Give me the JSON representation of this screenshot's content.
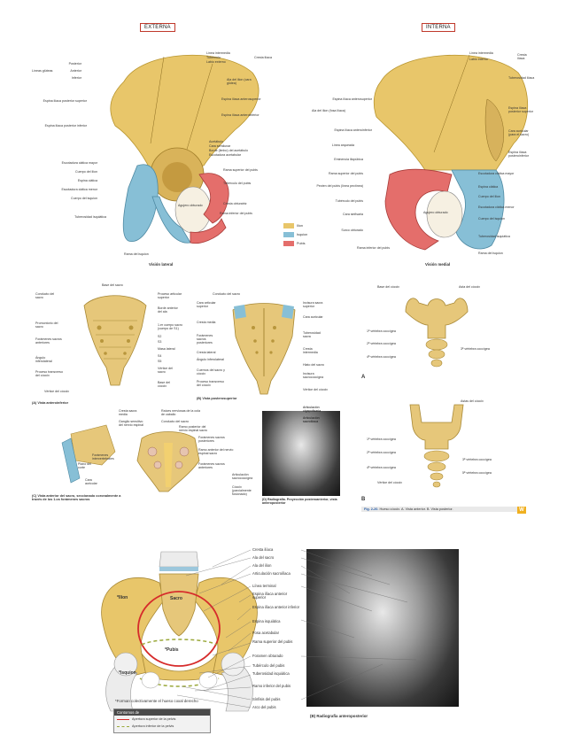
{
  "top": {
    "externa_tag": "EXTERNA",
    "interna_tag": "INTERNA",
    "caption_lateral": "Visión lateral",
    "caption_medial": "Visión medial",
    "legend": {
      "ilion": "Ilion",
      "isquion": "Isquion",
      "pubis": "Pubis",
      "colors": {
        "ilion": "#e8c66a",
        "isquion": "#87bfd6",
        "pubis": "#e46e6b"
      }
    },
    "left_labels_ext": [
      "Posterior",
      "Anterior",
      "Inferior",
      "Líneas glúteas",
      "Espina ilíaca posterior superior",
      "Espina ilíaca posterior inferior",
      "Escotadura ciática mayor",
      "Cuerpo del ilion",
      "Espina ciática",
      "Escotadura ciática menor",
      "Cuerpo del isquion",
      "Tuberosidad isquiática"
    ],
    "right_labels_ext": [
      "Línea intermedia",
      "Tubérculo",
      "Labio externo",
      "Cresta ilíaca",
      "Ala del ilion (cara glútea)",
      "Espina ilíaca anterosuperior",
      "Espina ilíaca anteroinferior",
      "Acetábulo",
      "Cara semilunar",
      "Borde (limbo) del acetábulo",
      "Escotadura acetabular",
      "Rama superior del pubis",
      "Tubérculo del pubis",
      "Cresta obturatriz",
      "Rama inferior del pubis",
      "Agujero obturado",
      "Rama del isquion"
    ],
    "left_labels_int": [
      "Espina ilíaca anterosuperior",
      "Ala del ilion (fosa ilíaca)",
      "Espina ilíaca anteroinferior",
      "Línea arqueada",
      "Eminencia iliopúbica",
      "Rama superior del pubis",
      "Pecten del pubis (línea pectínea)",
      "Tubérculo del pubis",
      "Cara sinfisaria",
      "Surco obturado",
      "Rama inferior del pubis"
    ],
    "right_labels_int": [
      "Línea intermedia",
      "Labio interno",
      "Cresta ilíaca",
      "Tuberosidad ilíaca",
      "Espina ilíaca posterior superior",
      "Cara auricular (para el sacro)",
      "Espina ilíaca posteroinferior",
      "Escotadura ciática mayor",
      "Espina ciática",
      "Cuerpo del ilion",
      "Escotadura ciática menor",
      "Cuerpo del isquion",
      "Tuberosidad isquiática",
      "Rama del isquion",
      "Agujero obturado"
    ]
  },
  "middle": {
    "sacrum_a_labels_left": [
      "Conducto del sacro",
      "Promontorio del sacro",
      "Forámenes sacros anteriores",
      "Ángulo inferolateral",
      "Proceso transverso del cóccix",
      "Vértice del cóccix"
    ],
    "sacrum_a_labels_top": "Base del sacro",
    "sacrum_a_labels_right": [
      "Proceso articular superior",
      "Borde anterior del ala",
      "1.er cuerpo sacro (cuerpo de S1)",
      "S2",
      "S3",
      "Masa lateral",
      "S4",
      "S5",
      "Vértice del sacro",
      "Base del cóccix"
    ],
    "sacrum_a_caption": "(A) Vista anteroinferior",
    "sacrum_b_labels_left": [
      "Conducto del sacro",
      "Cara articular superior",
      "Cresta media",
      "Forámenes sacros posteriores",
      "Cresta lateral",
      "Ángulo inferolateral",
      "Cuernos del sacro y cóccix",
      "Proceso transverso del cóccix"
    ],
    "sacrum_b_labels_right": [
      "Incisura sacra superior",
      "Cara auricular",
      "Tuberosidad sacra",
      "Cresta intermedia",
      "Hiato del sacro",
      "Incisura sacrococcígea",
      "Vértice del cóccix"
    ],
    "sacrum_b_caption": "(B) Vista posterosuperior",
    "sacrum_c_labels": [
      "Cresta sacra media",
      "Ganglio sensitivo del nervio espinal",
      "Raíces nerviosas de la cola de caballo",
      "Conducto del sacro",
      "Ramo posterior del nervio espinal sacro",
      "Forámenes sacros posteriores",
      "Ramo anterior del nervio espinal sacro",
      "Forámenes sacros anteriores",
      "Forámenes intervertebrales",
      "Plano del corte",
      "Cara auricular"
    ],
    "sacrum_c_caption": "(C) Vista anterior del sacro, seccionado coronalmente a través de los 1.os forámenes sacros",
    "xray_labels": [
      "Articulación cigapofisaria",
      "Articulación sacroilíaca",
      "Articulación sacrococcígea",
      "Cóccix (parcialmente fusionado)"
    ],
    "xray_caption": "(D) Radiografía. Proyección posteroanterior, vista anteroposterior",
    "coccyx_labels": {
      "base": "Base del cóccix",
      "asta": "Asta del cóccix",
      "astas": "Astas del cóccix",
      "v1": "1ª vértebra coccígea",
      "v2": "2ª vértebra coccígea",
      "v3": "3ª vértebra coccígea",
      "v4": "4ª vértebra coccígea",
      "v5": "5ª vértebra coccígea",
      "vertice": "Vértice del cóccix",
      "a": "A",
      "b": "B"
    },
    "fig_strip_bold": "Fig. 2-20.",
    "fig_strip_text": "Hueso cóccix. A. Vista anterior. B. Vista posterior."
  },
  "bottom": {
    "labels": [
      "Cresta ilíaca",
      "Ala del sacro",
      "Ala del ilion",
      "Articulación sacroilíaca",
      "Línea terminal",
      "Espina ilíaca anterior superior",
      "Espina ilíaca anterior inferior",
      "Espina isquiática",
      "Fosa acetabular",
      "Rama superior del pubis",
      "Foramen obturado",
      "Tubérculo del pubis",
      "Tuberosidad isquiática",
      "Ramo inferior del pubis",
      "Sínfisis del pubis",
      "Arco del pubis"
    ],
    "bone_tags": {
      "ilion": "*Ilion",
      "sacro": "Sacro",
      "pubis": "*Pubis",
      "isquion": "*Isquion"
    },
    "note": "*Forman colectivamente el hueso coxal derecho",
    "legend_title": "Contornos de",
    "legend_superior": "Apertura superior de la pelvis",
    "legend_inferior": "Apertura inferior de la pelvis",
    "xray_caption": "(B) Radiografía anteroposterior"
  }
}
